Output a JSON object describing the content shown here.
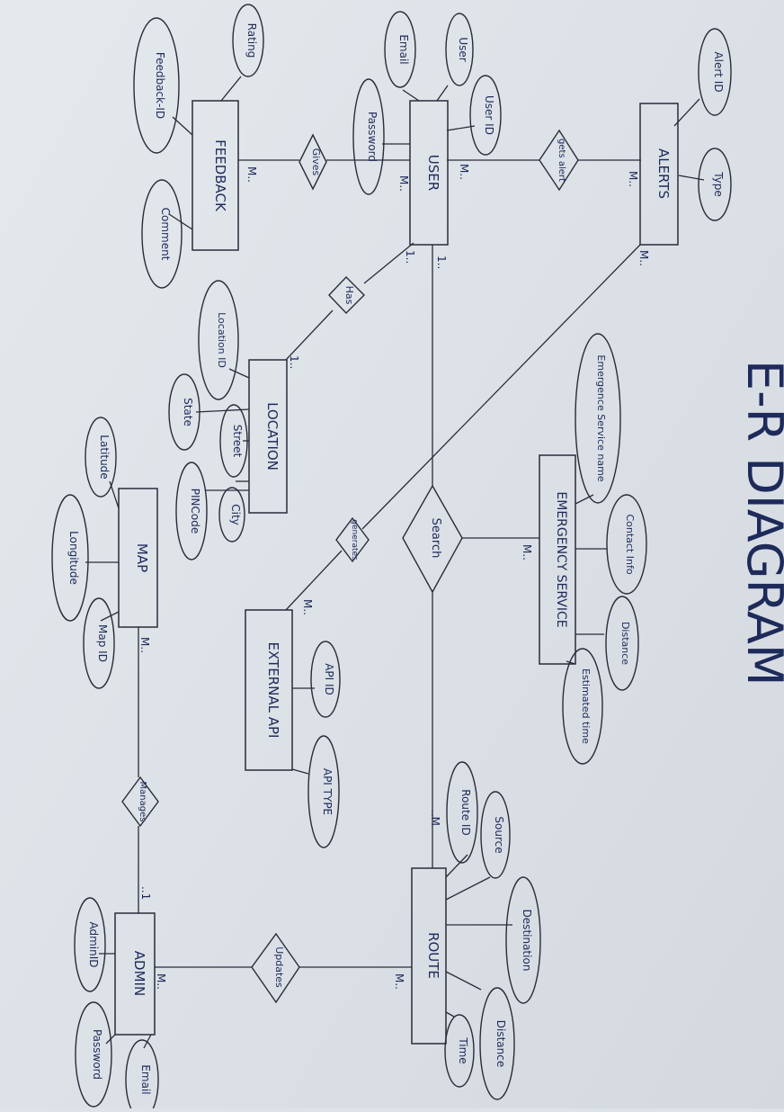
{
  "title": "E-R DIAGRAM",
  "entities": {
    "alerts": "ALERTS",
    "user": "USER",
    "feedback": "FEEDBACK",
    "location": "LOCATION",
    "map": "MAP",
    "emergency": "EMERGENCY SERVICE",
    "external_api": "EXTERNAL API",
    "route": "ROUTE",
    "admin": "ADMIN"
  },
  "attributes": {
    "alert_id": "Alert ID",
    "type": "Type",
    "user": "User",
    "email": "Email",
    "user_id": "User ID",
    "password": "Password",
    "rating": "Rating",
    "feedback_id": "Feedback-ID",
    "comment": "Comment",
    "location_id": "Location ID",
    "state": "State",
    "street": "Street",
    "city": "City",
    "pincode": "PINCode",
    "latitude": "Latitude",
    "longitude": "Longitude",
    "map_id": "Map ID",
    "service_name": "Emergence Service name",
    "contact_info": "Contact Info",
    "es_distance": "Distance",
    "estimated_time": "Estimated time",
    "api_id": "API ID",
    "api_type": "API TYPE",
    "source": "Source",
    "route_id": "Route ID",
    "destination": "Destination",
    "route_distance": "Distance",
    "route_time": "Time",
    "admin_id": "AdminID",
    "admin_password": "Password",
    "admin_email": "Email"
  },
  "relationships": {
    "gets_alerts": "gets alert",
    "gives": "Gives",
    "has": "Has",
    "search": "Search",
    "generates": "generates",
    "manages": "Manages",
    "updates": "Updates"
  },
  "cardinality": {
    "m": "M..",
    "one": "1..",
    "one_alt": "..1",
    "m_alt": "..M"
  }
}
